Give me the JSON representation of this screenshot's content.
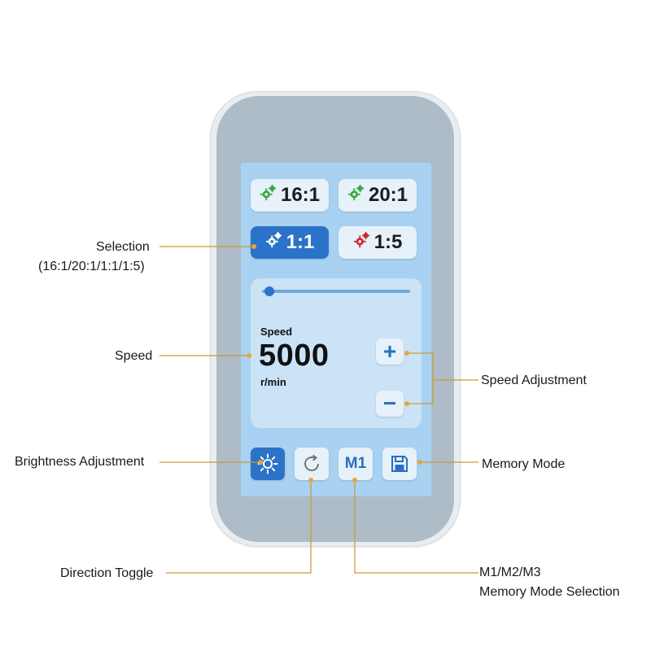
{
  "gear_ratios": [
    {
      "label": "16:1",
      "gear_color": "#3aa83a",
      "active": false
    },
    {
      "label": "20:1",
      "gear_color": "#3aa83a",
      "active": false
    },
    {
      "label": "1:1",
      "gear_color": "#ffffff",
      "active": true
    },
    {
      "label": "1:5",
      "gear_color": "#d02a2a",
      "active": false
    }
  ],
  "speed": {
    "label": "Speed",
    "value": "5000",
    "unit": "r/min",
    "slider_level": 0.05,
    "plus_label": "+",
    "minus_label": "−"
  },
  "bottom_buttons": {
    "brightness_icon": "sun-icon",
    "direction_icon": "rotate-icon",
    "memory_label": "M1",
    "save_icon": "floppy-disk-icon"
  },
  "annotations": {
    "selection": "Selection",
    "selection_sub": "(16:1/20:1/1:1/1:5)",
    "speed": "Speed",
    "brightness": "Brightness Adjustment",
    "direction": "Direction Toggle",
    "speed_adjustment": "Speed Adjustment",
    "memory_mode": "Memory Mode",
    "memory_selection_1": "M1/M2/M3",
    "memory_selection_2": "Memory Mode Selection"
  },
  "colors": {
    "accent": "#2a73c8",
    "leader_line": "#c99a2e",
    "screen": "#a9d2f2"
  }
}
